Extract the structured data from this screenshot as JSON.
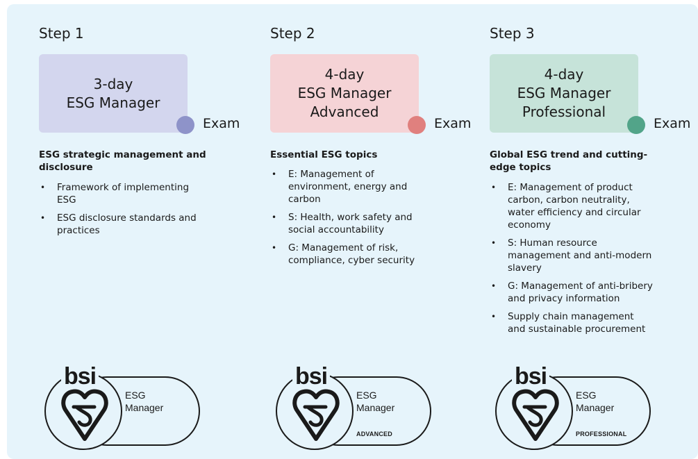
{
  "colors": {
    "background": "#e6f4fb",
    "step1_box": "#d3d6ee",
    "step1_dot": "#8e93c9",
    "step2_box": "#f5d3d6",
    "step2_dot": "#e0807e",
    "step3_box": "#c6e3d9",
    "step3_dot": "#52a489"
  },
  "steps": [
    {
      "label": "Step 1",
      "course": {
        "line1": "3-day",
        "line2": "ESG Manager",
        "line3": ""
      },
      "exam_label": "Exam",
      "topic_title": "ESG strategic management and disclosure",
      "bullets": [
        "Framework of implementing ESG",
        "ESG disclosure standards and practices"
      ],
      "badge": {
        "logo": "bsi",
        "line1": "ESG",
        "line2": "Manager",
        "level": ""
      }
    },
    {
      "label": "Step 2",
      "course": {
        "line1": "4-day",
        "line2": "ESG Manager",
        "line3": "Advanced"
      },
      "exam_label": "Exam",
      "topic_title": "Essential ESG topics",
      "bullets": [
        "E: Management of environment, energy and carbon",
        "S: Health, work safety and social accountability",
        "G: Management of risk, compliance, cyber security"
      ],
      "badge": {
        "logo": "bsi",
        "line1": "ESG",
        "line2": "Manager",
        "level": "ADVANCED"
      }
    },
    {
      "label": "Step 3",
      "course": {
        "line1": "4-day",
        "line2": "ESG Manager",
        "line3": "Professional"
      },
      "exam_label": "Exam",
      "topic_title": "Global ESG trend and cutting-edge topics",
      "bullets": [
        "E: Management of product carbon, carbon neutrality, water efficiency and circular economy",
        "S: Human resource management and anti-modern slavery",
        "G: Management of anti-bribery and privacy information",
        "Supply chain management and sustainable procurement"
      ],
      "badge": {
        "logo": "bsi",
        "line1": "ESG",
        "line2": "Manager",
        "level": "PROFESSIONAL"
      }
    }
  ]
}
